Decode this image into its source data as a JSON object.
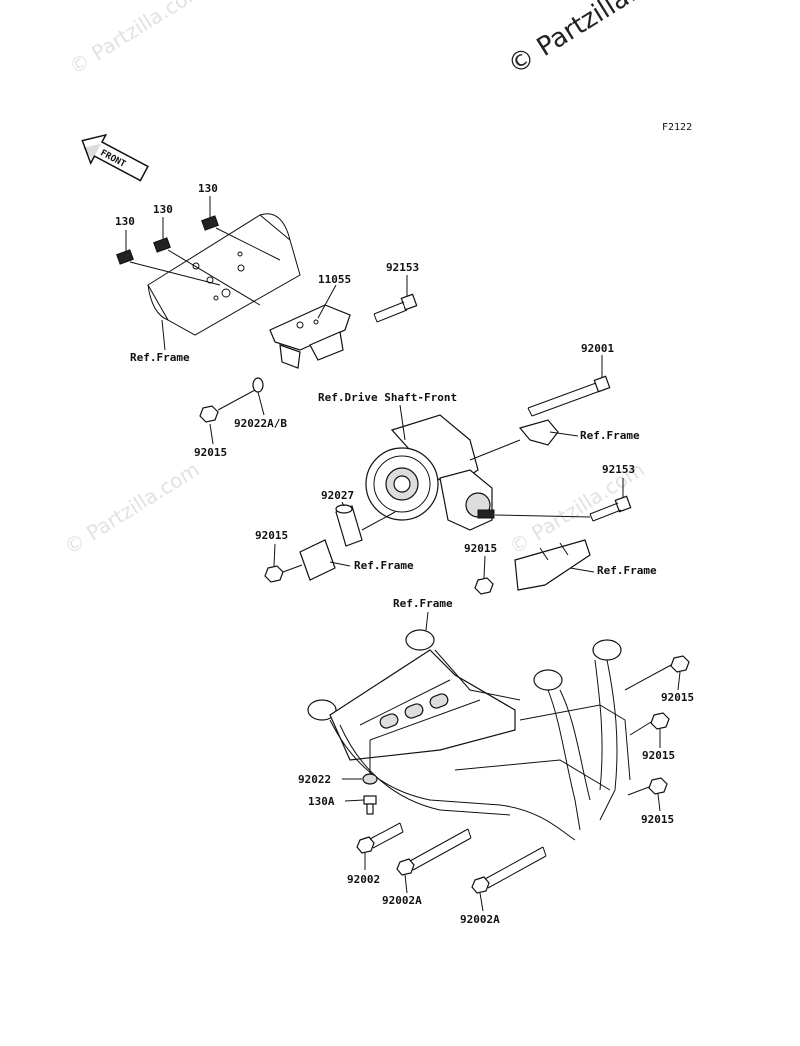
{
  "watermarks": {
    "main": "© Partzilla.com",
    "faint": "© Partzilla.com"
  },
  "figure_code": "F2122",
  "front_arrow": "FRONT",
  "labels": {
    "l130_a": "130",
    "l130_b": "130",
    "l130_c": "130",
    "l11055": "11055",
    "l92153_top": "92153",
    "ref_frame_top": "Ref.Frame",
    "l92001": "92001",
    "ref_drive_shaft": "Ref.Drive Shaft-Front",
    "l92022ab": "92022A/B",
    "l92015_a": "92015",
    "ref_frame_right1": "Ref.Frame",
    "l92153_mid": "92153",
    "l92027": "92027",
    "l92015_b": "92015",
    "ref_frame_mid": "Ref.Frame",
    "l92015_c": "92015",
    "ref_frame_right2": "Ref.Frame",
    "ref_frame_lower": "Ref.Frame",
    "l92015_d": "92015",
    "l92015_e": "92015",
    "l92022": "92022",
    "l130a": "130A",
    "l92015_f": "92015",
    "l92002": "92002",
    "l92002a_1": "92002A",
    "l92002a_2": "92002A"
  }
}
